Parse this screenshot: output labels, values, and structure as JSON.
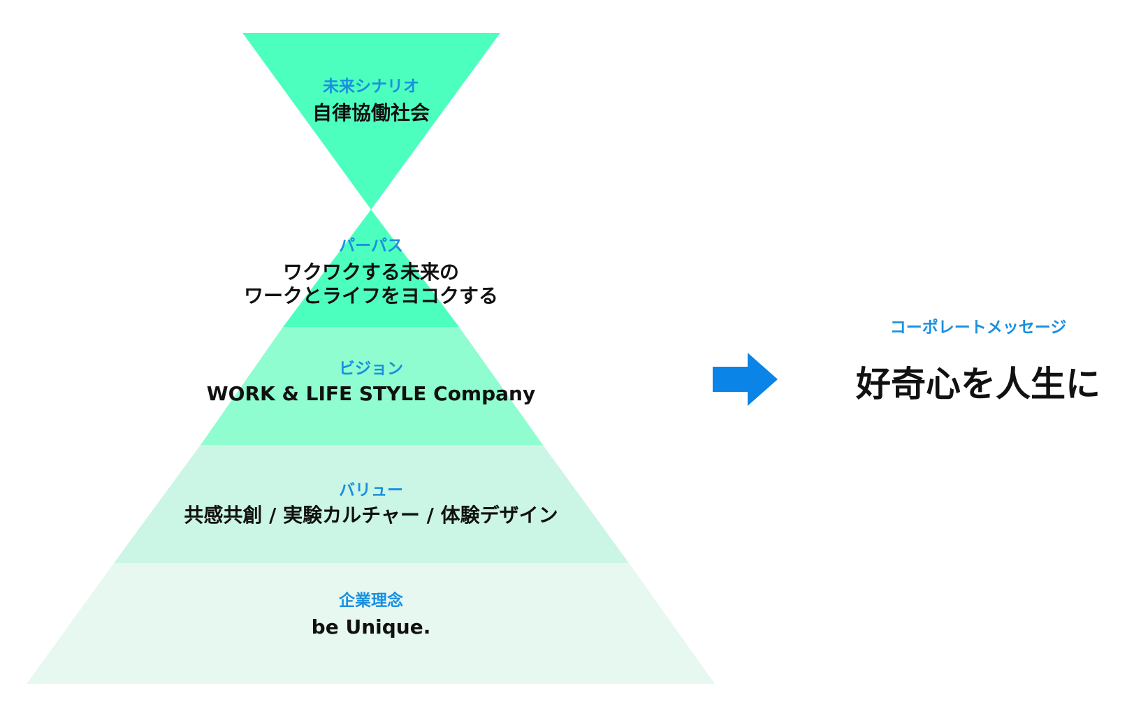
{
  "colors": {
    "future": "#4dffbf",
    "purpose": "#4dffbf",
    "vision": "#8ffdcf",
    "value": "#cbf5e4",
    "philosophy": "#e6f8ef",
    "label_blue": "#1a8fe0",
    "arrow": "#0a84e6"
  },
  "levels": {
    "future": {
      "category": "未来シナリオ",
      "text": "自律協働社会"
    },
    "purpose": {
      "category": "パーパス",
      "line1": "ワクワクする未来の",
      "line2": "ワークとライフをヨコクする"
    },
    "vision": {
      "category": "ビジョン",
      "text": "WORK & LIFE STYLE Company"
    },
    "value": {
      "category": "バリュー",
      "text": "共感共創 / 実験カルチャー / 体験デザイン"
    },
    "philosophy": {
      "category": "企業理念",
      "text": "be Unique."
    }
  },
  "message": {
    "category": "コーポレートメッセージ",
    "text": "好奇心を人生に"
  },
  "arrow_icon": "right-arrow-icon"
}
